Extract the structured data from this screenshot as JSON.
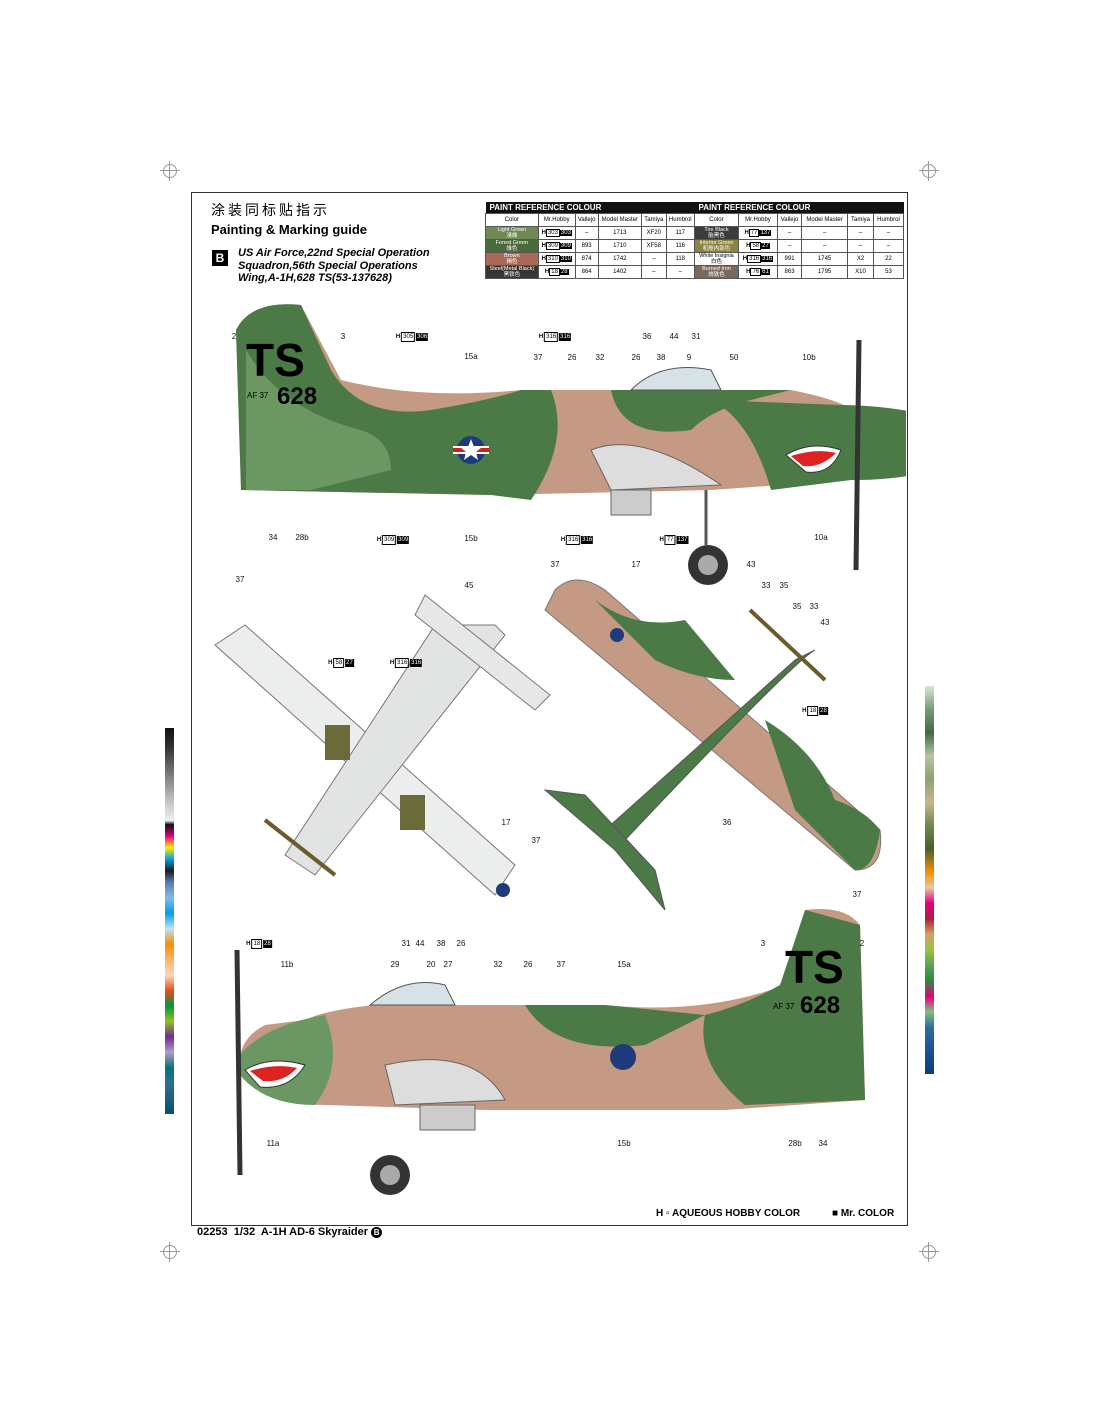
{
  "header": {
    "title_cn": "涂装同标贴指示",
    "title_en": "Painting & Marking guide",
    "scheme_badge": "B",
    "scheme_description": "US Air Force,22nd Special Operation Squadron,56th Special Operations Wing,A-1H,628 TS(53-137628)"
  },
  "paint_tables": [
    {
      "title": "PAINT  REFERENCE COLOUR",
      "columns": [
        "Color",
        "Mr.Hobby",
        "Vallejo",
        "Model Master",
        "Tamiya",
        "Humbrol"
      ],
      "rows": [
        {
          "name": "Light Green",
          "name_cn": "淺綠",
          "swatch": "#6f8a55",
          "h": "303",
          "mr": "303",
          "vallejo": "–",
          "mm": "1713",
          "tamiya": "XF20",
          "humbrol": "117"
        },
        {
          "name": "Forest Green",
          "name_cn": "綠色",
          "swatch": "#4a6a3e",
          "h": "309",
          "mr": "309",
          "vallejo": "893",
          "mm": "1710",
          "tamiya": "XF58",
          "humbrol": "116"
        },
        {
          "name": "Brown",
          "name_cn": "褐色",
          "swatch": "#a86a55",
          "h": "310",
          "mr": "310",
          "vallejo": "874",
          "mm": "1742",
          "tamiya": "–",
          "humbrol": "118"
        },
        {
          "name": "Steel(Metal Black)",
          "name_cn": "黑铁色",
          "swatch": "#3a3532",
          "h": "18",
          "mr": "28",
          "vallejo": "864",
          "mm": "1402",
          "tamiya": "–",
          "humbrol": "–"
        }
      ]
    },
    {
      "title": "PAINT  REFERENCE COLOUR",
      "columns": [
        "Color",
        "Mr.Hobby",
        "Vallejo",
        "Model Master",
        "Tamiya",
        "Humbrol"
      ],
      "rows": [
        {
          "name": "Tire Black",
          "name_cn": "胎黑色",
          "swatch": "#3c3c3c",
          "h": "77",
          "mr": "137",
          "vallejo": "–",
          "mm": "–",
          "tamiya": "–",
          "humbrol": "–"
        },
        {
          "name": "Interior Green",
          "name_cn": "机舱内部色",
          "swatch": "#8c8440",
          "h": "58",
          "mr": "27",
          "vallejo": "–",
          "mm": "–",
          "tamiya": "–",
          "humbrol": "–"
        },
        {
          "name": "White Insignia",
          "name_cn": "白色",
          "swatch": "#ffffff",
          "h": "316",
          "mr": "316",
          "vallejo": "991",
          "mm": "1745",
          "tamiya": "X2",
          "humbrol": "22"
        },
        {
          "name": "Burned Iron",
          "name_cn": "烧铁色",
          "swatch": "#7a6a5e",
          "h": "76",
          "mr": "61",
          "vallejo": "863",
          "mm": "1795",
          "tamiya": "X10",
          "humbrol": "53"
        }
      ]
    }
  ],
  "callouts": {
    "side_top": [
      "2",
      "3",
      "15a",
      "37",
      "26",
      "32",
      "26",
      "38",
      "9",
      "36",
      "44",
      "31",
      "50",
      "10b",
      "34",
      "28b",
      "15b",
      "10a"
    ],
    "underside": [
      "37",
      "45",
      "17",
      "37"
    ],
    "topside": [
      "37",
      "17",
      "43",
      "33",
      "35",
      "35",
      "33",
      "43",
      "36",
      "37"
    ],
    "side_bottom": [
      "31",
      "44",
      "38",
      "26",
      "29",
      "20",
      "27",
      "32",
      "26",
      "37",
      "15a",
      "3",
      "2",
      "11b",
      "11a",
      "15b",
      "28b",
      "34"
    ]
  },
  "color_tags": [
    {
      "h": "305",
      "mr": "306"
    },
    {
      "h": "316",
      "mr": "316"
    },
    {
      "h": "309",
      "mr": "309"
    },
    {
      "h": "316",
      "mr": "316"
    },
    {
      "h": "77",
      "mr": "137"
    },
    {
      "h": "58",
      "mr": "27"
    },
    {
      "h": "316",
      "mr": "316"
    },
    {
      "h": "18",
      "mr": "28"
    },
    {
      "h": "18",
      "mr": "28"
    }
  ],
  "markings": {
    "tail_code": "TS",
    "serial_prefix": "AF 37",
    "serial": "628"
  },
  "legend": {
    "h_label": "H",
    "aqueous": "AQUEOUS HOBBY COLOR",
    "mr_label": "Mr. COLOR"
  },
  "footer": {
    "code": "02253",
    "scale": "1/32",
    "name": "A-1H AD-6 Skyraider",
    "badge": "B"
  }
}
